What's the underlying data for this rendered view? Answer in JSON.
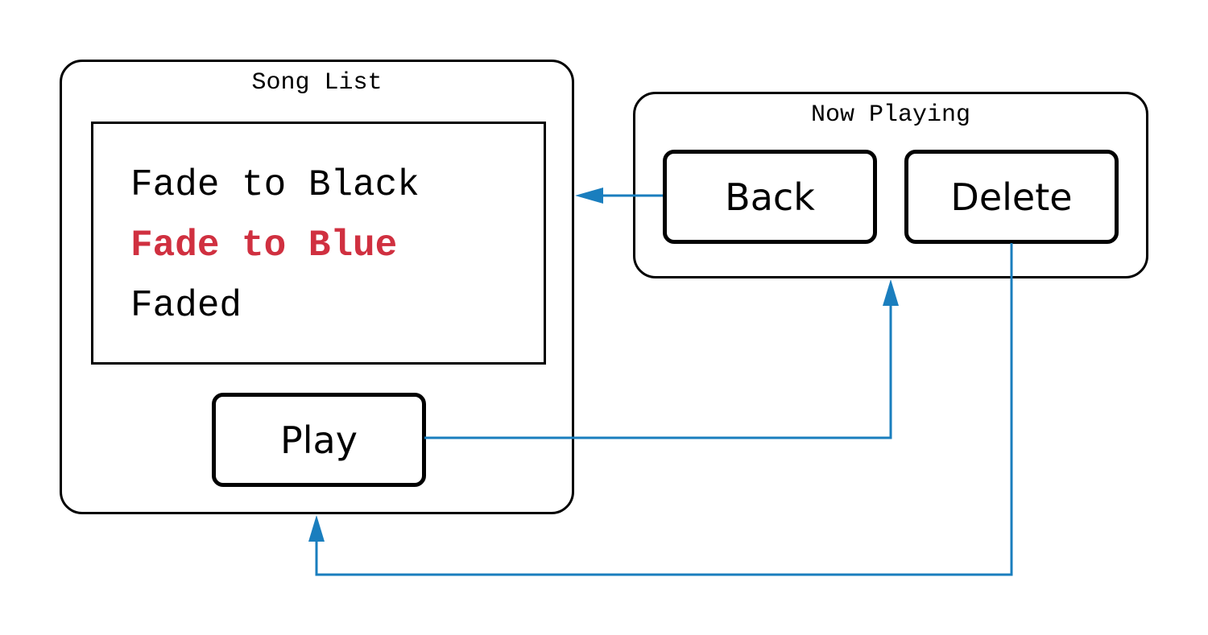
{
  "song_list": {
    "title": "Song List",
    "songs": [
      {
        "name": "Fade to Black",
        "selected": false
      },
      {
        "name": "Fade to Blue",
        "selected": true
      },
      {
        "name": "Faded",
        "selected": false
      }
    ],
    "play_label": "Play"
  },
  "now_playing": {
    "title": "Now Playing",
    "back_label": "Back",
    "delete_label": "Delete"
  },
  "colors": {
    "connector": "#1a7ebe",
    "selected_song": "#d03040",
    "outline": "#000000"
  }
}
